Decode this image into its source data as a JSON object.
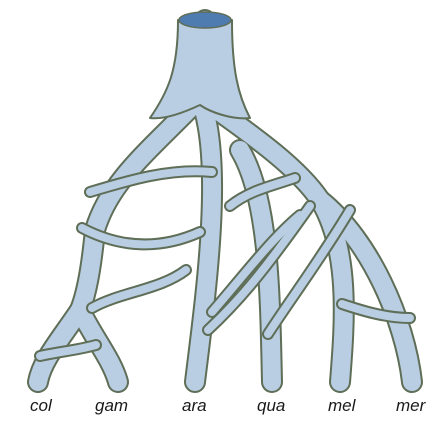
{
  "colors": {
    "branch_fill": "#b9cde3",
    "branch_outline": "#5f6e57",
    "root_opening": "#4e7bb0",
    "label_text": "#1a1a1a"
  },
  "taxa": [
    {
      "key": "col",
      "label": "col"
    },
    {
      "key": "gam",
      "label": "gam"
    },
    {
      "key": "ara",
      "label": "ara"
    },
    {
      "key": "qua",
      "label": "qua"
    },
    {
      "key": "mel",
      "label": "mel"
    },
    {
      "key": "mer",
      "label": "mer"
    }
  ],
  "introgression_links": [
    {
      "from": "col",
      "to": "ara"
    },
    {
      "from": "col",
      "to": "ara"
    },
    {
      "from": "gam",
      "to": "ara"
    },
    {
      "from": "col",
      "to": "gam"
    },
    {
      "from": "ara",
      "to": "mel"
    },
    {
      "from": "ara",
      "to": "qua"
    },
    {
      "from": "ara",
      "to": "qua"
    },
    {
      "from": "qua",
      "to": "mel"
    },
    {
      "from": "mel",
      "to": "mer"
    }
  ]
}
